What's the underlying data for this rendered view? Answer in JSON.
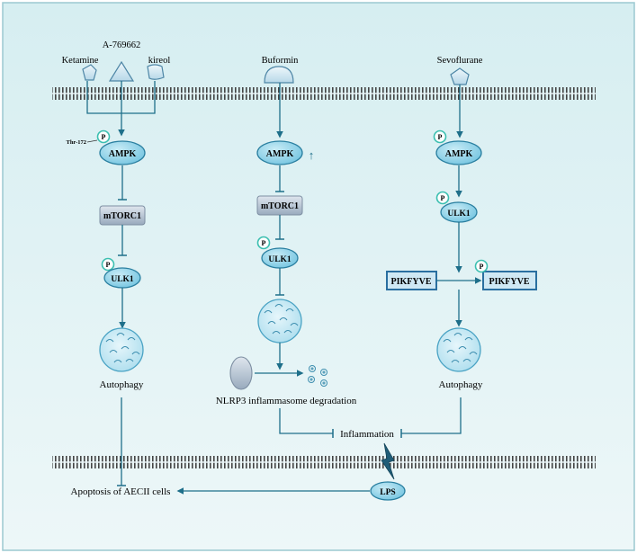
{
  "colors": {
    "background_top": "#d9eff2",
    "background_bottom": "#eaf6f7",
    "membrane": "#555555",
    "arrow": "#1e6f8a",
    "protein_fill": "#8fd3ea",
    "protein_stroke": "#2a7fa0",
    "box_fill": "#b9c7d6",
    "phospho": "#3bbfb0",
    "text": "#1a1a1a"
  },
  "diagram": {
    "ligands": {
      "ketamine": "Ketamine",
      "a769662": "A-769662",
      "kireol": "kireol",
      "buformin": "Buformin",
      "sevoflurane": "Sevoflurane"
    },
    "left": {
      "thr_label": "Thr-172",
      "phospho": "P",
      "ampk": "AMPK",
      "mtorc1": "mTORC1",
      "ulk1": "ULK1",
      "autophagy": "Autophagy"
    },
    "middle": {
      "ampk": "AMPK",
      "up_arrow": "↑",
      "mtorc1": "mTORC1",
      "phospho": "P",
      "ulk1": "ULK1",
      "nlrp3": "NLRP3 inflammasome degradation"
    },
    "right": {
      "phospho": "P",
      "ampk": "AMPK",
      "ulk1": "ULK1",
      "pikfyve": "PIKFYVE",
      "pikfyve_p": "PIKFYVE",
      "autophagy": "Autophagy"
    },
    "bottom": {
      "inflammation": "Inflammation",
      "lps": "LPS",
      "apoptosis": "Apoptosis of AECII cells"
    }
  }
}
